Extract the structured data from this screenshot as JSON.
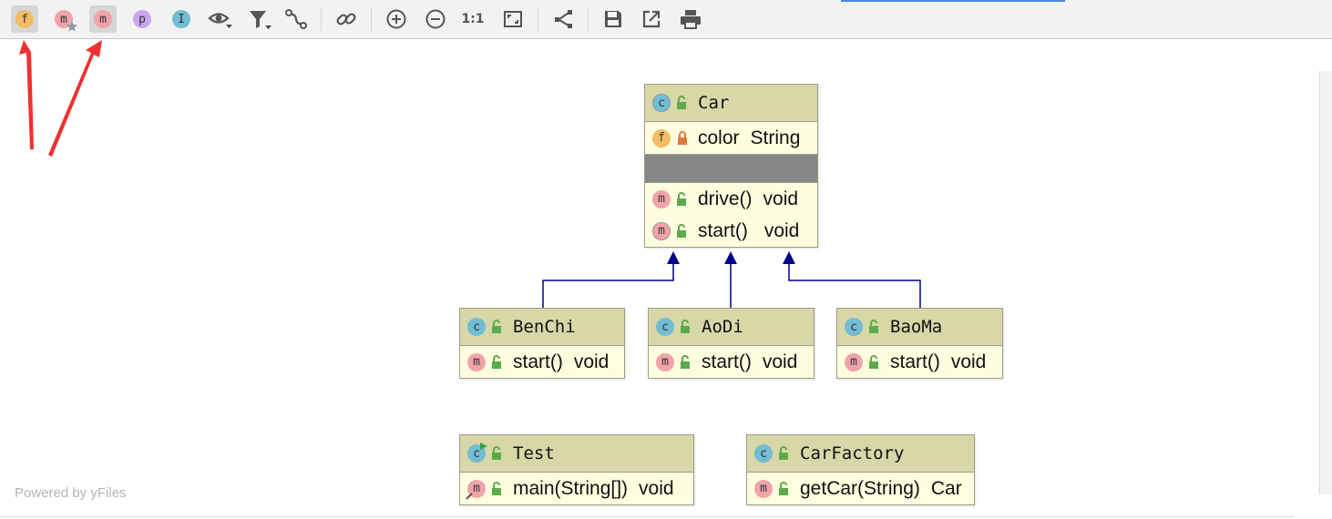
{
  "toolbar": {
    "buttons": [
      {
        "name": "show-fields-button",
        "icon": "field-icon",
        "glyph": "f",
        "active": true
      },
      {
        "name": "show-constructors-button",
        "icon": "constructor-icon",
        "glyph": "m",
        "active": false
      },
      {
        "name": "show-methods-button",
        "icon": "method-icon",
        "glyph": "m",
        "active": true
      },
      {
        "name": "show-properties-button",
        "icon": "property-icon",
        "glyph": "p",
        "active": false
      },
      {
        "name": "show-inner-classes-button",
        "icon": "inner-class-icon",
        "glyph": "I",
        "active": false
      },
      {
        "name": "visibility-button",
        "icon": "eye-icon",
        "active": false
      },
      {
        "name": "filter-button",
        "icon": "funnel-icon",
        "active": false
      },
      {
        "name": "edge-routing-button",
        "icon": "edge-icon",
        "active": false
      },
      {
        "name": "show-dependencies-button",
        "icon": "link-icon",
        "active": false
      },
      {
        "name": "zoom-in-button",
        "icon": "zoom-in-icon",
        "active": false
      },
      {
        "name": "zoom-out-button",
        "icon": "zoom-out-icon",
        "active": false
      },
      {
        "name": "actual-size-button",
        "icon": "actual-size-icon",
        "glyph": "1:1",
        "active": false
      },
      {
        "name": "fit-content-button",
        "icon": "fit-content-icon",
        "active": false
      },
      {
        "name": "layout-button",
        "icon": "layout-icon",
        "active": false
      },
      {
        "name": "save-button",
        "icon": "save-icon",
        "active": false
      },
      {
        "name": "export-button",
        "icon": "export-icon",
        "active": false
      },
      {
        "name": "print-button",
        "icon": "print-icon",
        "active": false
      }
    ]
  },
  "classes": {
    "car": {
      "name": "Car",
      "fields": [
        {
          "name": "color",
          "type": "String"
        }
      ],
      "methods": [
        {
          "name": "drive()",
          "type": "void"
        },
        {
          "name": "start()",
          "type": "void"
        }
      ]
    },
    "benchi": {
      "name": "BenChi",
      "methods": [
        {
          "name": "start()",
          "type": "void"
        }
      ]
    },
    "aodi": {
      "name": "AoDi",
      "methods": [
        {
          "name": "start()",
          "type": "void"
        }
      ]
    },
    "baoma": {
      "name": "BaoMa",
      "methods": [
        {
          "name": "start()",
          "type": "void"
        }
      ]
    },
    "test": {
      "name": "Test",
      "methods": [
        {
          "name": "main(String[])",
          "type": "void"
        }
      ]
    },
    "carfactory": {
      "name": "CarFactory",
      "methods": [
        {
          "name": "getCar(String)",
          "type": "Car"
        }
      ]
    }
  },
  "footer": {
    "powered_by": "Powered by yFiles"
  },
  "colors": {
    "class_header": "#d8d7a8",
    "class_body": "#fffde0",
    "inheritance_edge": "#00008b",
    "annotation_arrow": "#f03030"
  }
}
